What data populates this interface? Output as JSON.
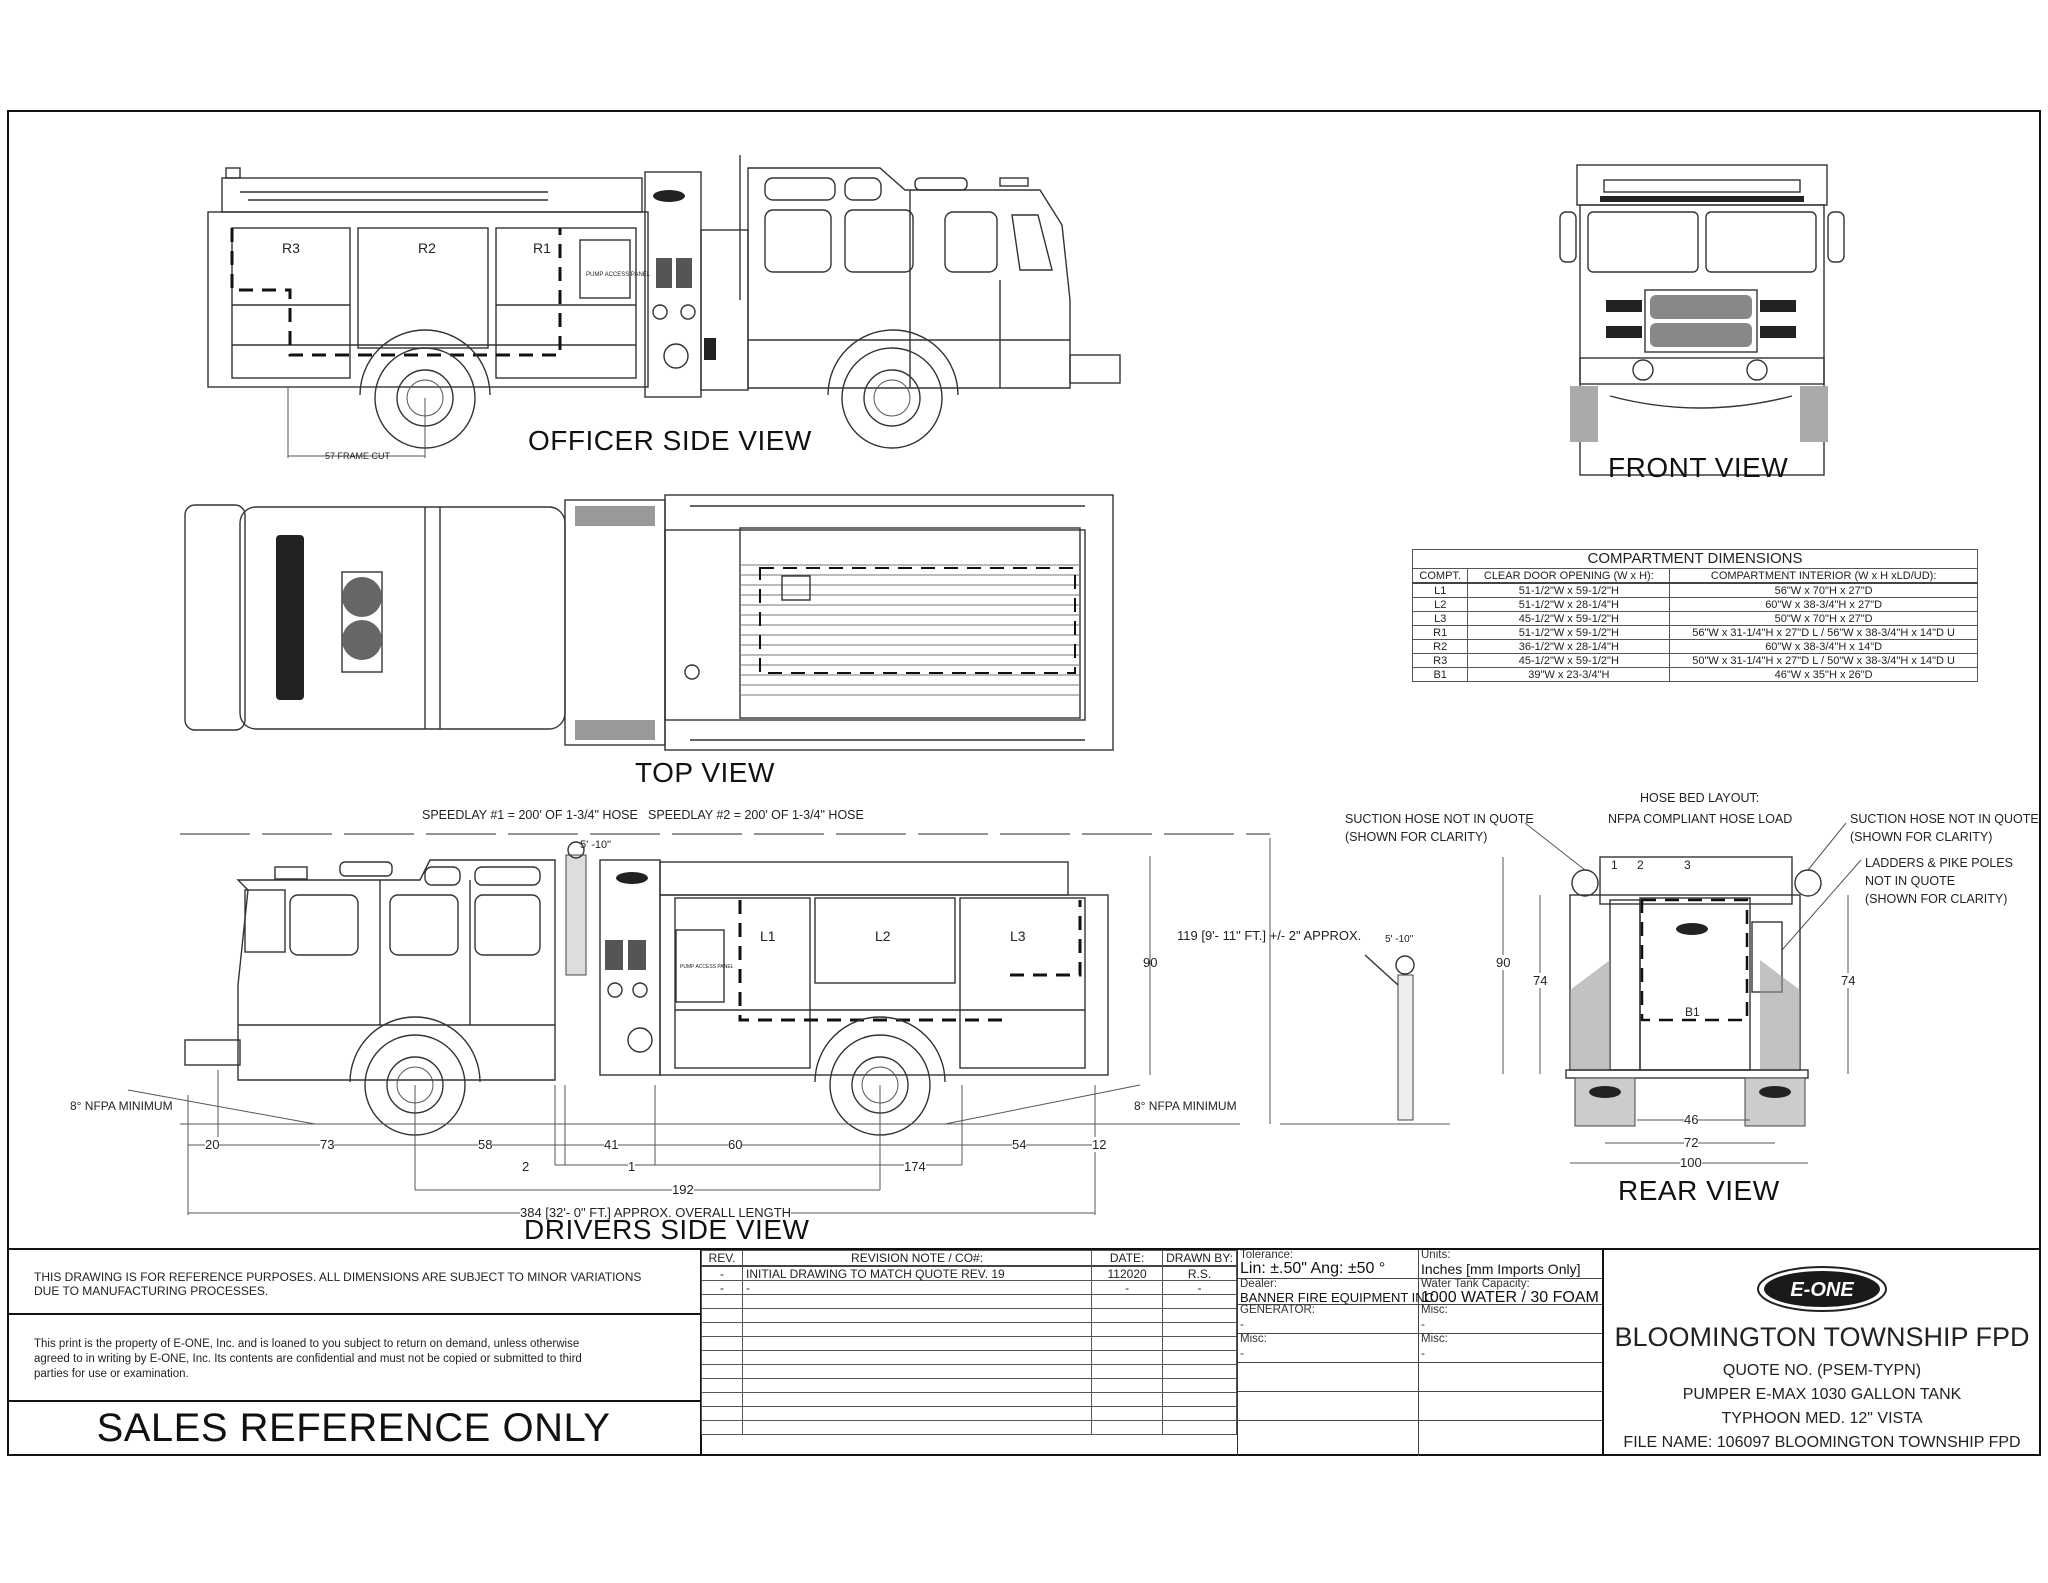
{
  "views": {
    "officer_side": {
      "title": "OFFICER SIDE VIEW",
      "compartments": [
        "R3",
        "R2",
        "R1"
      ],
      "pump_panel_label": "PUMP ACCESS PANEL",
      "frame_cut": "57 FRAME CUT"
    },
    "front": {
      "title": "FRONT VIEW"
    },
    "top": {
      "title": "TOP VIEW"
    },
    "drivers_side": {
      "title": "DRIVERS SIDE VIEW",
      "compartments": [
        "L1",
        "L2",
        "L3"
      ],
      "pump_panel_label": "PUMP ACCESS PANEL",
      "speedlay_1": "SPEEDLAY #1 = 200' OF 1-3/4\" HOSE",
      "speedlay_2": "SPEEDLAY #2 = 200' OF 1-3/4\" HOSE",
      "figure_height": "5' -10\"",
      "figure_height_2": "5' -10\"",
      "nfpa_left": "8° NFPA MINIMUM",
      "nfpa_right": "8° NFPA MINIMUM",
      "height_dim": "90",
      "overall_height": "119 [9'- 11\" FT.] +/- 2\" APPROX.",
      "dims_row1": [
        "20",
        "73",
        "58",
        "41",
        "60",
        "54",
        "12"
      ],
      "dims_row2": [
        "2",
        "1",
        "174"
      ],
      "wheelbase": "192",
      "overall_length": "384 [32'- 0\" FT.] APPROX. OVERALL LENGTH"
    },
    "rear": {
      "title": "REAR VIEW",
      "hose_bed_title": "HOSE BED LAYOUT:",
      "hose_bed_sub": "NFPA COMPLIANT HOSE LOAD",
      "suction_left": [
        "SUCTION HOSE NOT IN QUOTE",
        "(SHOWN FOR CLARITY)"
      ],
      "suction_right": [
        "SUCTION HOSE NOT IN QUOTE",
        "(SHOWN FOR CLARITY)"
      ],
      "ladders_note": [
        "LADDERS & PIKE POLES",
        "NOT IN QUOTE",
        "(SHOWN FOR CLARITY)"
      ],
      "hose_beds": [
        "1",
        "2",
        "3"
      ],
      "compartment": "B1",
      "dims": {
        "height": "90",
        "left_74": "74",
        "right_74": "74",
        "inner": "46",
        "mid": "72",
        "overall": "100"
      }
    }
  },
  "compartment_table": {
    "title": "COMPARTMENT DIMENSIONS",
    "headers": [
      "COMPT.",
      "CLEAR DOOR OPENING (W x H):",
      "COMPARTMENT INTERIOR (W x H xLD/UD):"
    ],
    "rows": [
      [
        "L1",
        "51-1/2\"W x 59-1/2\"H",
        "56\"W x 70\"H x 27\"D"
      ],
      [
        "L2",
        "51-1/2\"W x 28-1/4\"H",
        "60\"W x 38-3/4\"H x 27\"D"
      ],
      [
        "L3",
        "45-1/2\"W x 59-1/2\"H",
        "50\"W x 70\"H x 27\"D"
      ],
      [
        "R1",
        "51-1/2\"W x 59-1/2\"H",
        "56\"W x 31-1/4\"H x 27\"D L / 56\"W x 38-3/4\"H x 14\"D U"
      ],
      [
        "R2",
        "36-1/2\"W x 28-1/4\"H",
        "60\"W x 38-3/4\"H x 14\"D"
      ],
      [
        "R3",
        "45-1/2\"W x 59-1/2\"H",
        "50\"W x 31-1/4\"H x 27\"D L / 50\"W x 38-3/4\"H x 14\"D U"
      ],
      [
        "B1",
        "39\"W x 23-3/4\"H",
        "46\"W x 35\"H x 26\"D"
      ]
    ]
  },
  "title_block": {
    "disclaimer": [
      "THIS DRAWING IS FOR REFERENCE PURPOSES. ALL DIMENSIONS ARE SUBJECT TO MINOR VARIATIONS",
      "DUE TO MANUFACTURING PROCESSES."
    ],
    "property_notice": [
      "This print is the property of E-ONE, Inc. and is loaned to you subject to return on demand, unless otherwise",
      "agreed to in writing by E-ONE, Inc. Its contents are confidential and must not be copied or submitted to third",
      "parties for use or examination."
    ],
    "sales_reference": "SALES REFERENCE ONLY",
    "revisions": {
      "headers": [
        "REV.",
        "REVISION NOTE / CO#:",
        "DATE:",
        "DRAWN BY:"
      ],
      "rows": [
        [
          "-",
          "INITIAL DRAWING TO MATCH QUOTE REV. 19",
          "112020",
          "R.S."
        ],
        [
          "-",
          "-",
          "-",
          "-"
        ]
      ]
    },
    "info": {
      "tolerance_label": "Tolerance:",
      "tolerance_value": "Lin: ±.50\"    Ang: ±50 °",
      "units_label": "Units:",
      "units_value": "Inches [mm Imports Only]",
      "dealer_label": "Dealer:",
      "dealer_value": "BANNER FIRE EQUIPMENT INC",
      "tank_label": "Water Tank Capacity:",
      "tank_value": "1000 WATER / 30 FOAM",
      "generator_label": "GENERATOR:",
      "generator_value": "-",
      "misc1_label": "Misc:",
      "misc1_value": "-",
      "misc2_label": "Misc:",
      "misc2_value": "-",
      "misc3_label": "Misc:",
      "misc3_value": "-"
    },
    "customer": {
      "logo_text": "E-ONE",
      "name": "BLOOMINGTON TOWNSHIP FPD",
      "quote": "QUOTE NO. (PSEM-TYPN)",
      "model": "PUMPER E-MAX 1030 GALLON TANK",
      "chassis": "TYPHOON MED. 12\" VISTA",
      "file_name": "FILE NAME: 106097 BLOOMINGTON TOWNSHIP FPD"
    }
  }
}
